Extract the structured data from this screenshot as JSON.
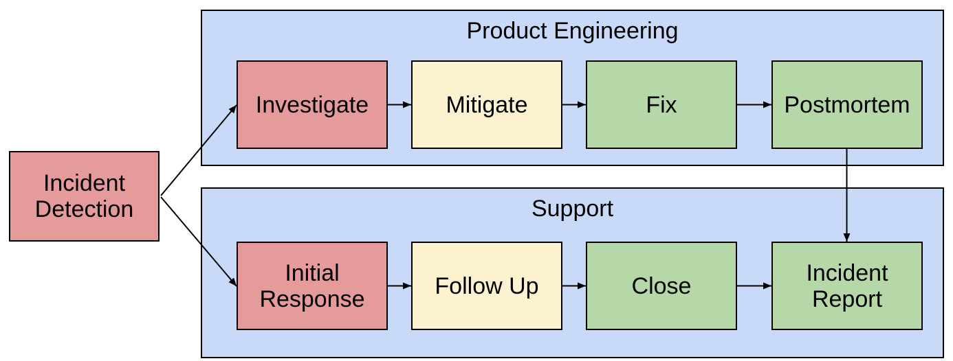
{
  "diagram": {
    "type": "flowchart",
    "start_node": {
      "label": "Incident Detection",
      "color_key": "red"
    },
    "lanes": [
      {
        "title": "Product Engineering",
        "nodes": [
          {
            "label": "Investigate",
            "color_key": "red"
          },
          {
            "label": "Mitigate",
            "color_key": "yellow"
          },
          {
            "label": "Fix",
            "color_key": "green"
          },
          {
            "label": "Postmortem",
            "color_key": "green"
          }
        ]
      },
      {
        "title": "Support",
        "nodes": [
          {
            "label": "Initial Response",
            "color_key": "red"
          },
          {
            "label": "Follow Up",
            "color_key": "yellow"
          },
          {
            "label": "Close",
            "color_key": "green"
          },
          {
            "label": "Incident Report",
            "color_key": "green"
          }
        ]
      }
    ],
    "edges": [
      {
        "from": "Incident Detection",
        "to": "Investigate"
      },
      {
        "from": "Incident Detection",
        "to": "Initial Response"
      },
      {
        "from": "Investigate",
        "to": "Mitigate"
      },
      {
        "from": "Mitigate",
        "to": "Fix"
      },
      {
        "from": "Fix",
        "to": "Postmortem"
      },
      {
        "from": "Postmortem",
        "to": "Incident Report"
      },
      {
        "from": "Initial Response",
        "to": "Follow Up"
      },
      {
        "from": "Follow Up",
        "to": "Close"
      },
      {
        "from": "Close",
        "to": "Incident Report"
      }
    ],
    "colors": {
      "red": "#e59a9b",
      "yellow": "#fdf2d0",
      "green": "#b6d7a8",
      "lane": "#c9daf8",
      "border": "#000000",
      "arrow": "#000000",
      "canvas": "#ffffff"
    }
  }
}
